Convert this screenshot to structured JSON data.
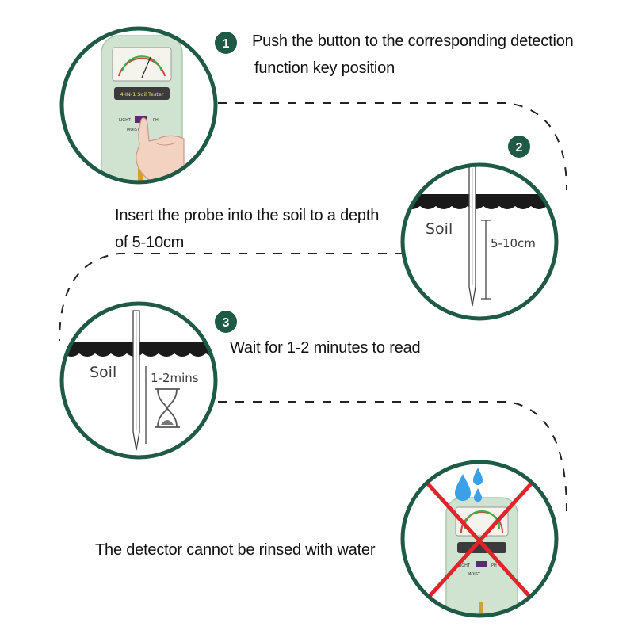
{
  "steps": [
    {
      "number": "1",
      "text_line1": "Push the button to the corresponding detection",
      "text_line2": "function key position"
    },
    {
      "number": "2",
      "text_line1": "Insert the probe into the soil to a depth",
      "text_line2": "of 5-10cm"
    },
    {
      "number": "3",
      "text_line1": "Wait for 1-2 minutes to read"
    },
    {
      "text_line1": "The detector cannot be rinsed with water"
    }
  ],
  "illustrations": {
    "device_label": "4-IN-1 Soil Tester",
    "soil_label_depth": "Soil",
    "depth_label": "5-10cm",
    "soil_label_wait": "Soil",
    "time_label": "1-2mins",
    "device_button_labels": [
      "LIGHT",
      "PH",
      "MOIST"
    ]
  },
  "colors": {
    "badge": "#1f5a46",
    "circle_border": "#1f5a46",
    "device_body": "#cfe3d0",
    "warning_cross": "#e0252a",
    "water_drops": "#3aa0e8",
    "soil_line": "#1a1a1a"
  },
  "icons": [
    "hand-pointer-icon",
    "hourglass-icon",
    "water-drops-icon",
    "cross-out-icon"
  ]
}
